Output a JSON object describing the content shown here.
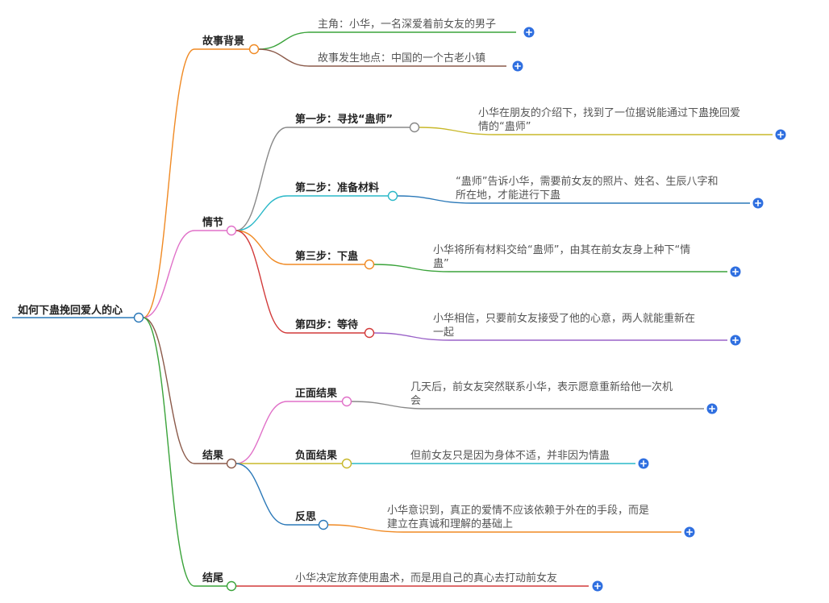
{
  "root": {
    "label": "如何下蛊挽回爱人的心"
  },
  "branches": [
    {
      "id": "background",
      "label": "故事背景",
      "color": "#f08a24",
      "children": [
        {
          "id": "bg-1",
          "leaf": {
            "lines": [
              "主角：小华，一名深爱着前女友的男子"
            ]
          },
          "color": "#3aa33a"
        },
        {
          "id": "bg-2",
          "leaf": {
            "lines": [
              "故事发生地点：中国的一个古老小镇"
            ]
          },
          "color": "#8b5a4a"
        }
      ]
    },
    {
      "id": "plot",
      "label": "情节",
      "color": "#e070c8",
      "children": [
        {
          "id": "step-1",
          "label": "第一步：寻找“蛊师”",
          "color": "#888888",
          "leaf": {
            "lines": [
              "小华在朋友的介绍下，找到了一位据说能通过下蛊挽回爱",
              "情的“蛊师”"
            ]
          },
          "leafColor": "#c8b82a"
        },
        {
          "id": "step-2",
          "label": "第二步：准备材料",
          "color": "#2ab8c8",
          "leaf": {
            "lines": [
              "“蛊师”告诉小华，需要前女友的照片、姓名、生辰八字和",
              "所在地，才能进行下蛊"
            ]
          },
          "leafColor": "#2a78b8"
        },
        {
          "id": "step-3",
          "label": "第三步：下蛊",
          "color": "#f08a24",
          "leaf": {
            "lines": [
              "小华将所有材料交给“蛊师”，由其在前女友身上种下“情",
              "蛊”"
            ]
          },
          "leafColor": "#3aa33a"
        },
        {
          "id": "step-4",
          "label": "第四步：等待",
          "color": "#d23a3a",
          "leaf": {
            "lines": [
              "小华相信，只要前女友接受了他的心意，两人就能重新在",
              "一起"
            ]
          },
          "leafColor": "#9a62c8"
        }
      ]
    },
    {
      "id": "result",
      "label": "结果",
      "color": "#8b5a4a",
      "children": [
        {
          "id": "positive",
          "label": "正面结果",
          "color": "#e070c8",
          "leaf": {
            "lines": [
              "几天后，前女友突然联系小华，表示愿意重新给他一次机",
              "会"
            ]
          },
          "leafColor": "#888888"
        },
        {
          "id": "negative",
          "label": "负面结果",
          "color": "#c8b82a",
          "leaf": {
            "lines": [
              "但前女友只是因为身体不适，并非因为情蛊"
            ]
          },
          "leafColor": "#2ab8c8"
        },
        {
          "id": "reflection",
          "label": "反思",
          "color": "#2a78b8",
          "leaf": {
            "lines": [
              "小华意识到，真正的爱情不应该依赖于外在的手段，而是",
              "建立在真诚和理解的基础上"
            ]
          },
          "leafColor": "#f08a24"
        }
      ]
    },
    {
      "id": "ending",
      "label": "结尾",
      "color": "#3aa33a",
      "children": [
        {
          "id": "end-1",
          "leaf": {
            "lines": [
              "小华决定放弃使用蛊术，而是用自己的真心去打动前女友"
            ]
          },
          "color": "#d23a3a"
        }
      ]
    }
  ],
  "colors": {
    "root_underline": "#2a78b8",
    "root_ring": "#2a78b8",
    "expand_button": "#2f6fe0"
  },
  "icons": {
    "expand": "plus-circle-icon",
    "collapse": "circle-ring-icon"
  }
}
